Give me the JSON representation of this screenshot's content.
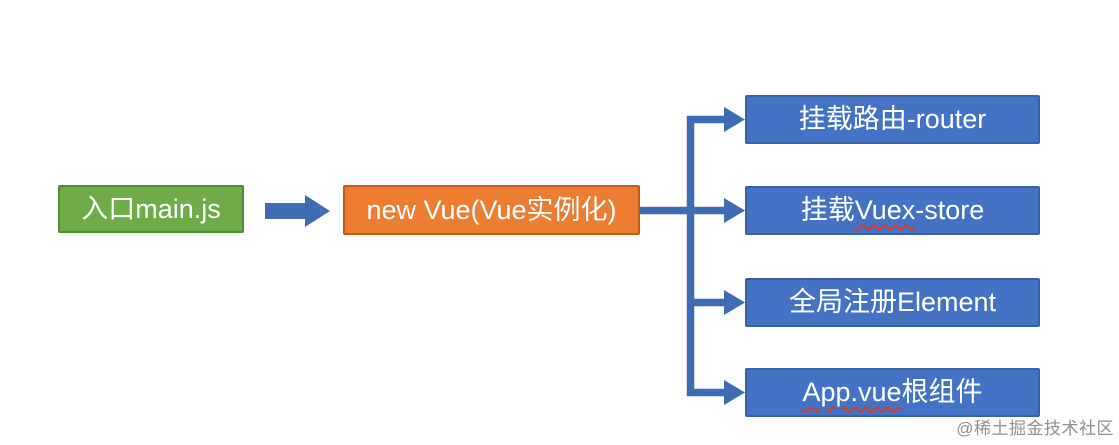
{
  "diagram": {
    "title_semantics": "Vue app startup flow",
    "entry_node": {
      "label": "入口main.js"
    },
    "main_node": {
      "label": "new Vue(Vue实例化)"
    },
    "branch_nodes": [
      {
        "label": "挂载路由-router",
        "pre": "挂载路由-router",
        "mis": "",
        "post": ""
      },
      {
        "label": "挂载Vuex-store",
        "pre": "挂载",
        "mis": "Vuex",
        "post": "-store"
      },
      {
        "label": "全局注册Element",
        "pre": "全局注册Element",
        "mis": "",
        "post": ""
      },
      {
        "label": "App.vue根组件",
        "pre": "",
        "mis": "App.vue",
        "post": "根组件"
      }
    ],
    "watermark": "@稀土掘金技术社区",
    "colors": {
      "entry_fill": "#6FAC49",
      "entry_border": "#4F8A35",
      "main_fill": "#ED7D31",
      "main_border": "#C55A11",
      "branch_fill": "#4472C4",
      "branch_border": "#3861A8",
      "connector": "#3E6CB5",
      "misspell_underline": "#D93A2B",
      "watermark_gray": "#7D7D7D",
      "text": "#FFFFFF"
    }
  }
}
